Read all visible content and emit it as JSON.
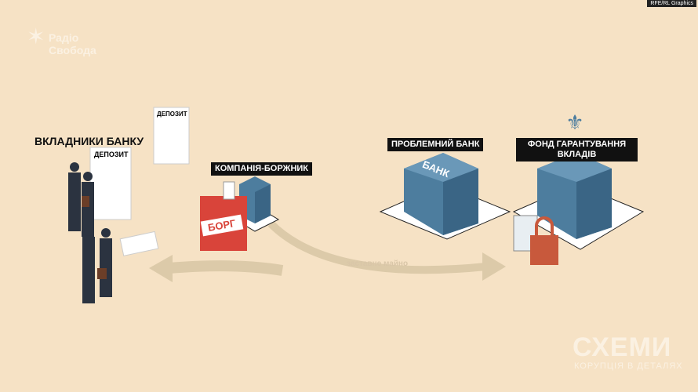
{
  "credit": "RFE/RL Graphics",
  "logo": {
    "line1": "Радіо",
    "line2": "Свобода"
  },
  "depositors": "ВКЛАДНИКИ БАНКУ",
  "deposit": "ДЕПОЗИТ",
  "debtor": "КОМПАНІЯ-БОРЖНИК",
  "debt": "БОРГ",
  "problem_bank": "ПРОБЛЕМНИЙ БАНК",
  "bank_sign": "БАНК",
  "fund": "ФОНД ГАРАНТУВАННЯ ВКЛАДІВ",
  "collateral": "заставне майно",
  "brand": {
    "title": "СХЕМИ",
    "subtitle": "КОРУПЦІЯ В ДЕТАЛЯХ"
  },
  "colors": {
    "bg": "#f6e2c5",
    "building": "#4d7d9e",
    "lock": "#c8593c",
    "debt": "#d9443a"
  }
}
